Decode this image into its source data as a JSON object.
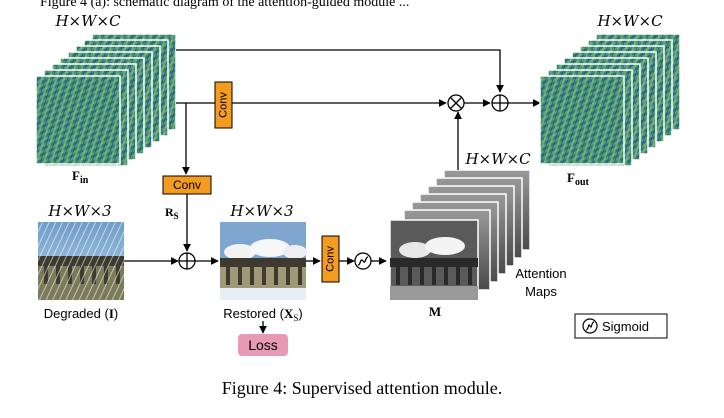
{
  "top_caption": "Figure 4 (a): schematic diagram of the attention-guided module ...",
  "feat_in": {
    "dims": "H×W×C",
    "label_main": "F",
    "label_sub": "in"
  },
  "feat_out": {
    "dims": "H×W×C",
    "label_main": "F",
    "label_sub": "out"
  },
  "conv_top": "Conv",
  "conv_mid": "Conv",
  "conv_right": "Conv",
  "residual": {
    "label_main": "R",
    "label_sub": "S"
  },
  "degraded": {
    "dims": "H×W×3",
    "label_text": "Degraded (",
    "label_sym": "I",
    "label_close": ")"
  },
  "restored": {
    "dims": "H×W×3",
    "label_text": "Restored (",
    "label_sym": "X",
    "label_sub": "S",
    "label_close": ")"
  },
  "loss": "Loss",
  "attention": {
    "dims": "H×W×C",
    "label": "M",
    "caption_line1": "Attention",
    "caption_line2": "Maps"
  },
  "legend": {
    "label": "Sigmoid"
  },
  "figure_caption": "Figure 4: Supervised attention module.",
  "colors": {
    "conv": "#f39c1f",
    "loss": "#e79ab4",
    "feature_dark": "#2b4f85",
    "feature_light": "#55b985"
  }
}
